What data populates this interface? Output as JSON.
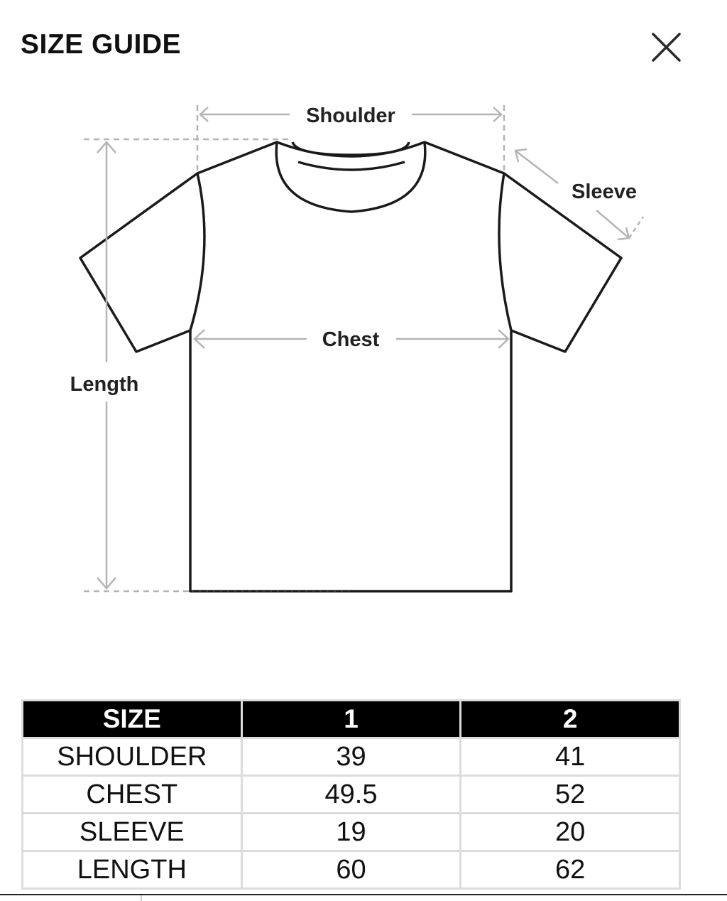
{
  "modal": {
    "title": "SIZE GUIDE"
  },
  "diagram": {
    "labels": {
      "shoulder": "Shoulder",
      "sleeve": "Sleeve",
      "chest": "Chest",
      "length": "Length"
    }
  },
  "table": {
    "headers": [
      "SIZE",
      "1",
      "2"
    ],
    "rows": [
      {
        "label": "SHOULDER",
        "values": [
          "39",
          "41"
        ]
      },
      {
        "label": "CHEST",
        "values": [
          "49.5",
          "52"
        ]
      },
      {
        "label": "SLEEVE",
        "values": [
          "19",
          "20"
        ]
      },
      {
        "label": "LENGTH",
        "values": [
          "60",
          "62"
        ]
      }
    ]
  },
  "icons": {
    "close": "close-icon"
  },
  "colors": {
    "header_bg": "#000000",
    "header_text": "#ffffff",
    "measure_line": "#b5b5b5",
    "outline": "#1a1a1a",
    "table_border": "#dcdcdc"
  }
}
